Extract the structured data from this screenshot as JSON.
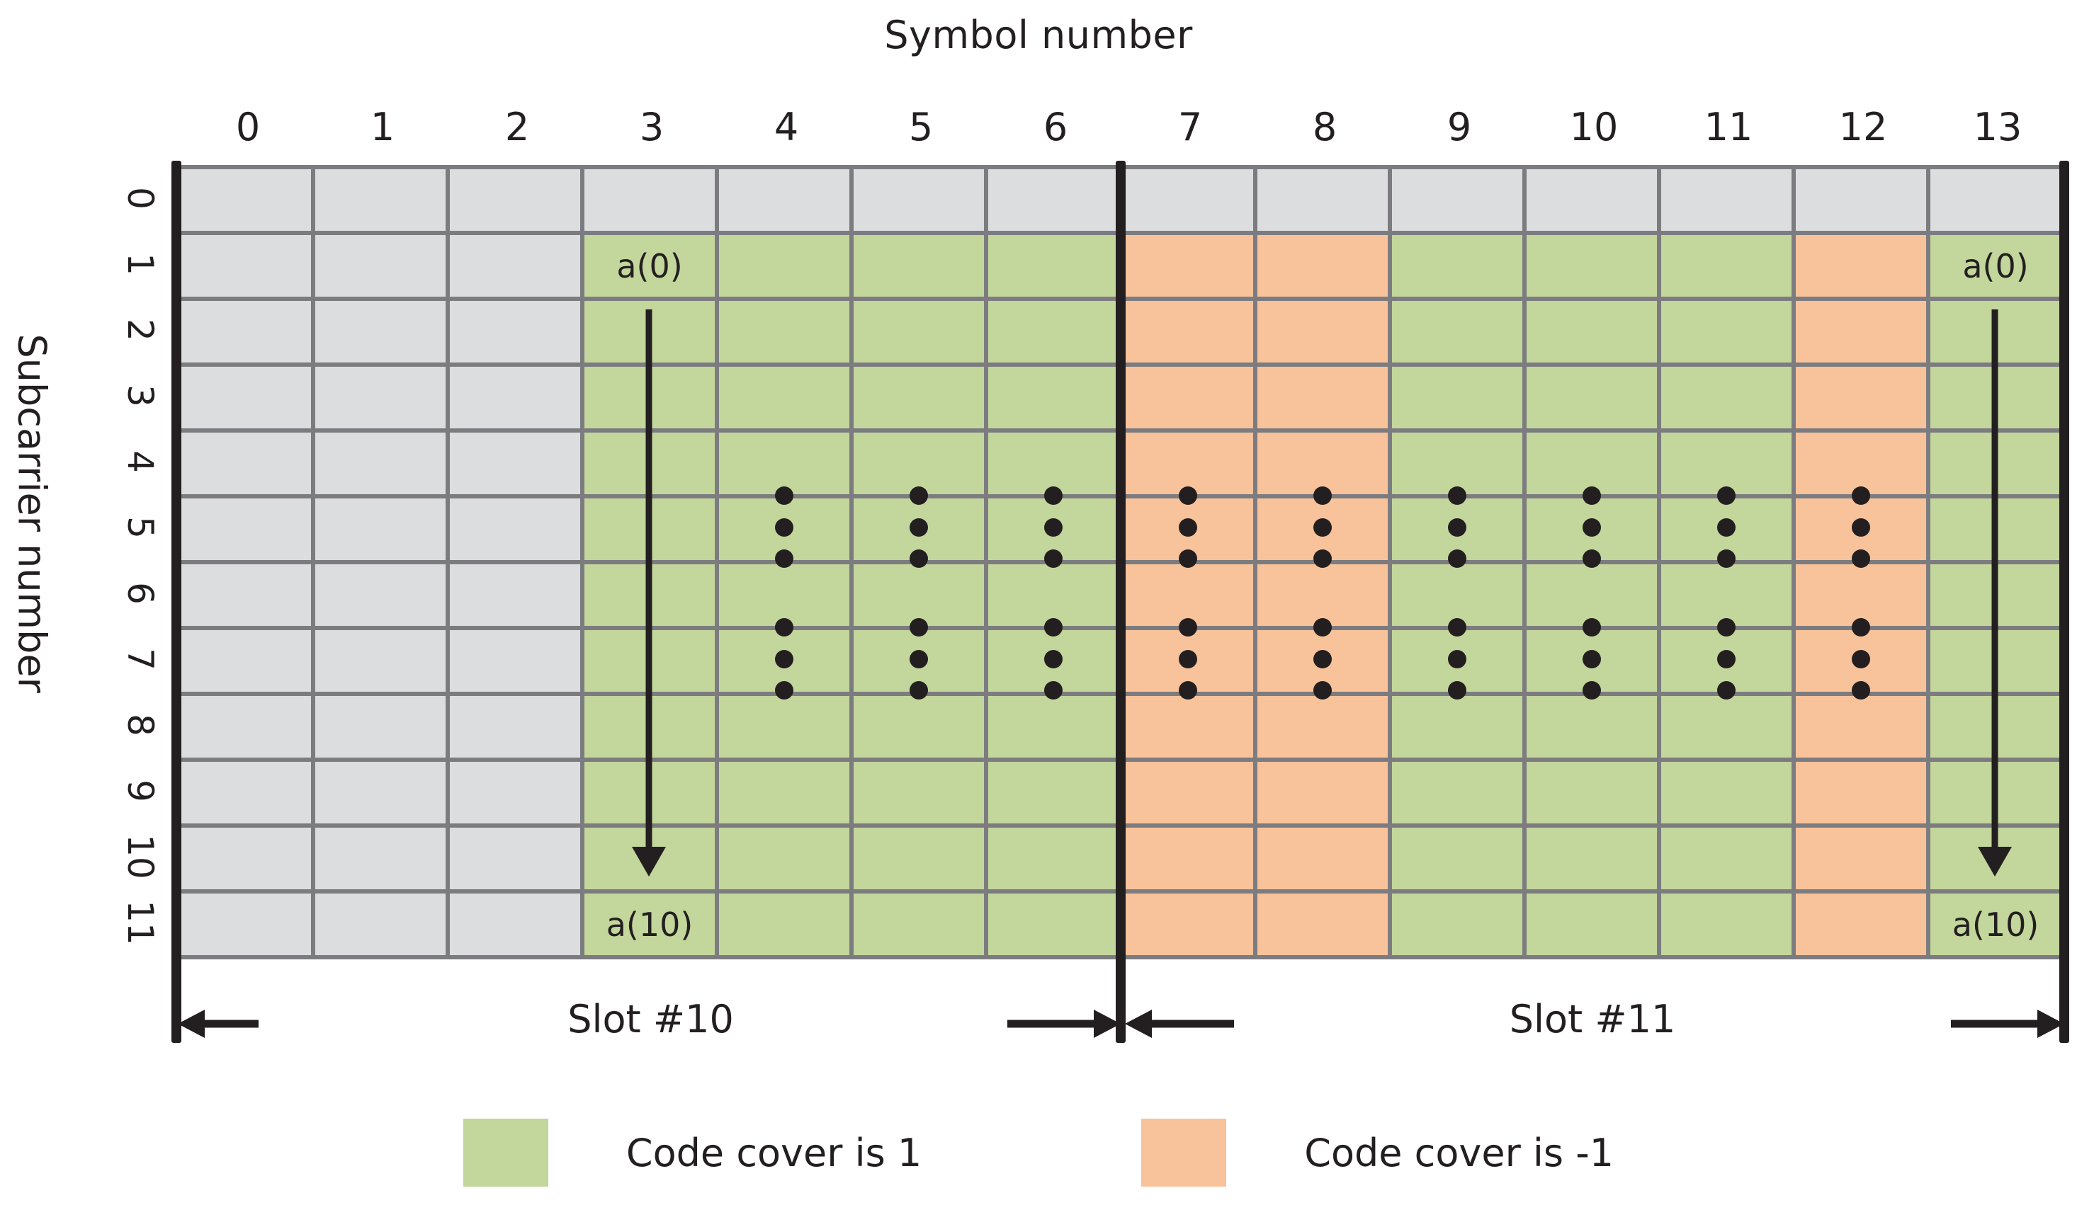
{
  "titles": {
    "x_axis": "Symbol number",
    "y_axis": "Subcarrier number"
  },
  "columns": {
    "header_label": "Symbol number",
    "labels": [
      "0",
      "1",
      "2",
      "3",
      "4",
      "5",
      "6",
      "7",
      "8",
      "9",
      "10",
      "11",
      "12",
      "13"
    ]
  },
  "rows": {
    "header_label": "Subcarrier number",
    "labels": [
      "0",
      "1",
      "2",
      "3",
      "4",
      "5",
      "6",
      "7",
      "8",
      "9",
      "10",
      "11"
    ]
  },
  "cell_labels": {
    "first": "a(0)",
    "last": "a(10)"
  },
  "slots": [
    {
      "name": "slot-10",
      "label": "Slot #10"
    },
    {
      "name": "slot-11",
      "label": "Slot #11"
    }
  ],
  "legend": [
    {
      "name": "code-cover-positive",
      "label": "Code cover is 1",
      "color": "#c3d69b"
    },
    {
      "name": "code-cover-negative",
      "label": "Code cover is -1",
      "color": "#f8c39a"
    }
  ],
  "colors": {
    "green": "#c3d69b",
    "orange": "#f8c39a",
    "gray": "#dcdddf",
    "gridline": "#7c7c80",
    "ink": "#231f20",
    "background": "#ffffff"
  },
  "chart_data": {
    "type": "heatmap",
    "title": "Symbol number",
    "xlabel": "Symbol number",
    "ylabel": "Subcarrier number",
    "x": [
      "0",
      "1",
      "2",
      "3",
      "4",
      "5",
      "6",
      "7",
      "8",
      "9",
      "10",
      "11",
      "12",
      "13"
    ],
    "y": [
      "0",
      "1",
      "2",
      "3",
      "4",
      "5",
      "6",
      "7",
      "8",
      "9",
      "10",
      "11"
    ],
    "legend": [
      "Code cover is 1",
      "Code cover is -1"
    ],
    "column_states": [
      "gray",
      "gray",
      "gray",
      "green",
      "green",
      "green",
      "green",
      "orange",
      "orange",
      "green",
      "green",
      "green",
      "orange",
      "green"
    ],
    "row0_state": "gray",
    "annotations": [
      {
        "text": "a(0)",
        "col": 3,
        "row": 1
      },
      {
        "text": "a(10)",
        "col": 3,
        "row": 11
      },
      {
        "text": "a(0)",
        "col": 13,
        "row": 1
      },
      {
        "text": "a(10)",
        "col": 13,
        "row": 11
      }
    ],
    "arrows": [
      {
        "col": 3,
        "from_row": 2,
        "to_row": 10,
        "direction": "down"
      },
      {
        "col": 13,
        "from_row": 2,
        "to_row": 10,
        "direction": "down"
      }
    ],
    "ellipsis_columns": [
      4,
      5,
      6,
      7,
      8,
      9,
      10,
      11,
      12
    ],
    "slot_divider_after_column": 6
  }
}
